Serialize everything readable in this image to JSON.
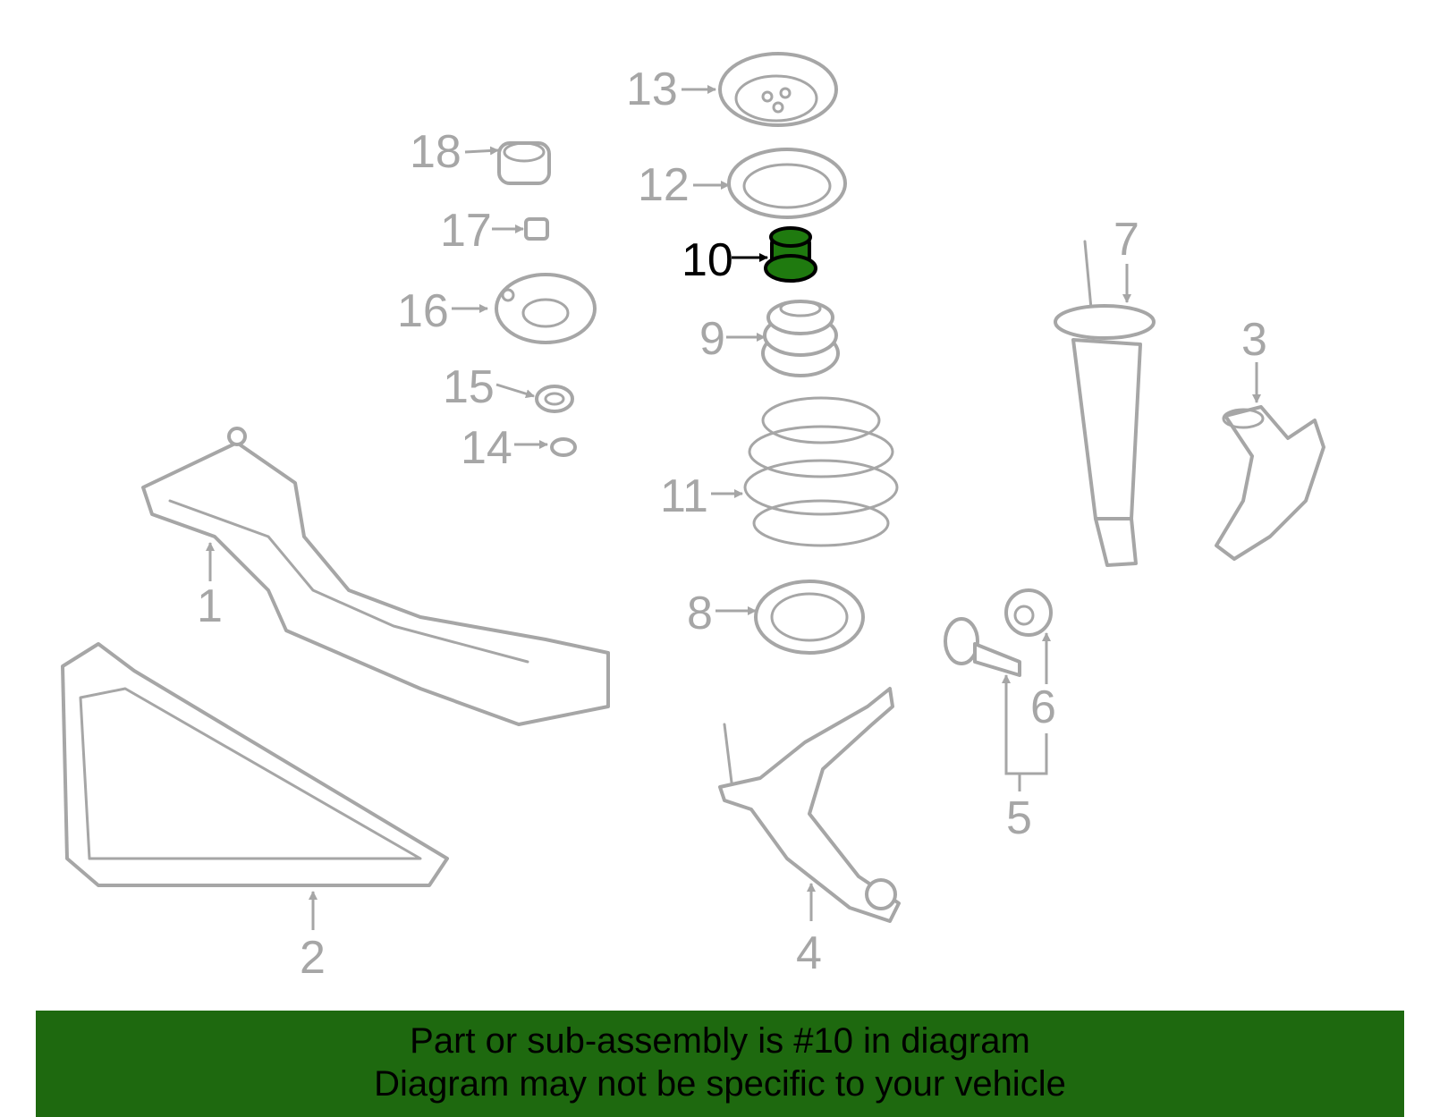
{
  "callouts": [
    "1",
    "2",
    "3",
    "4",
    "5",
    "6",
    "7",
    "8",
    "9",
    "10",
    "11",
    "12",
    "13",
    "14",
    "15",
    "16",
    "17",
    "18"
  ],
  "highlighted_part": "10",
  "colors": {
    "highlight_fill": "#1f7a0f",
    "banner_bg": "#1e690f",
    "part_stroke": "#a6a6a6",
    "highlight_text": "#000000"
  },
  "footer": {
    "line1": "Part or sub-assembly is #10 in diagram",
    "line2": "Diagram may not be specific to your vehicle"
  }
}
